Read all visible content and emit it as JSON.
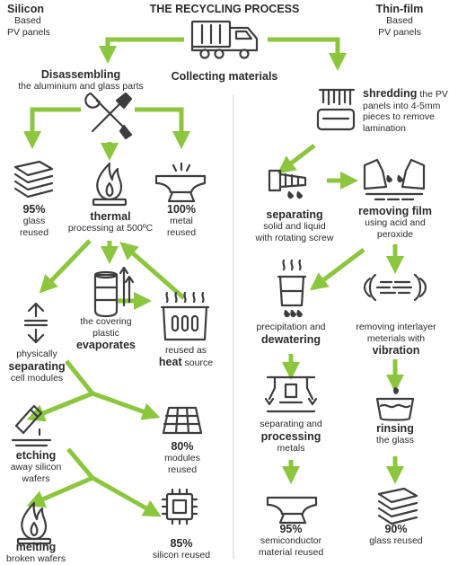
{
  "title": "THE RECYCLING PROCESS",
  "colors": {
    "arrow": "#8cc63f",
    "icon": "#3d3d3d",
    "divider": "#cfcfcf"
  },
  "left_header": {
    "title": "Silicon",
    "line1": "Based",
    "line2": "PV panels"
  },
  "right_header": {
    "title": "Thin-film",
    "line1": "Based",
    "line2": "PV panels"
  },
  "collecting": {
    "label": "Collecting materials",
    "icon": "truck-icon"
  },
  "disassembling": {
    "bold": "Disassembling",
    "rest": "the aluminium and glass parts",
    "icon": "tools-icon"
  },
  "glass_95": {
    "value": "95%",
    "line1": "glass",
    "line2": "reused",
    "icon": "glass-stack-icon"
  },
  "thermal": {
    "bold": "thermal",
    "rest": "processing at 500ºC",
    "icon": "flame-icon"
  },
  "metal_100": {
    "value": "100%",
    "line1": "metal",
    "line2": "reused",
    "icon": "anvil-icon"
  },
  "evaporates": {
    "line1": "the covering",
    "line2": "plastic",
    "bold": "evaporates",
    "icon": "can-icon"
  },
  "heat": {
    "line1": "reused as",
    "bold": "heat",
    "rest": "source",
    "icon": "heater-icon"
  },
  "separating_cells": {
    "line1": "physically",
    "bold": "separating",
    "rest": "cell modules",
    "icon": "split-arrows-icon"
  },
  "modules_80": {
    "value": "80%",
    "line1": "modules",
    "line2": "reused",
    "icon": "solar-panel-icon"
  },
  "etching": {
    "bold": "etching",
    "line1": "away silicon",
    "line2": "wafers",
    "icon": "pour-icon"
  },
  "melting": {
    "bold": "melting",
    "rest": "broken wafers",
    "icon": "flame-icon"
  },
  "silicon_85": {
    "value": "85%",
    "line1": "silicon reused",
    "icon": "chip-icon"
  },
  "shredding": {
    "bold": "shredding",
    "rest1": "the PV",
    "line2": "panels into 4-5mm",
    "line3": "pieces to remove",
    "line4": "lamination",
    "icon": "shredder-icon"
  },
  "separating_liquid": {
    "bold": "separating",
    "line1": "solid and liquid",
    "line2": "with rotating screw",
    "icon": "screw-icon"
  },
  "removing_film": {
    "bold": "removing film",
    "line1": "using acid and",
    "line2": "peroxide",
    "icon": "flasks-icon"
  },
  "dewatering": {
    "line1": "precipitation and",
    "bold": "dewatering",
    "icon": "beaker-icon"
  },
  "vibration": {
    "line1": "removing interlayer",
    "line2": "meterials with",
    "bold": "vibration",
    "icon": "vibration-icon"
  },
  "processing": {
    "line1": "separating and",
    "bold": "processing",
    "line2": "metals",
    "icon": "robot-arm-icon"
  },
  "rinsing": {
    "bold": "rinsing",
    "line1": "the glass",
    "icon": "basin-icon"
  },
  "semi_95": {
    "value": "95%",
    "line1": "semiconductor",
    "line2": "material reused",
    "icon": "anvil-icon"
  },
  "glass_90": {
    "value": "90%",
    "line1": "glass reused",
    "icon": "glass-stack-icon"
  }
}
